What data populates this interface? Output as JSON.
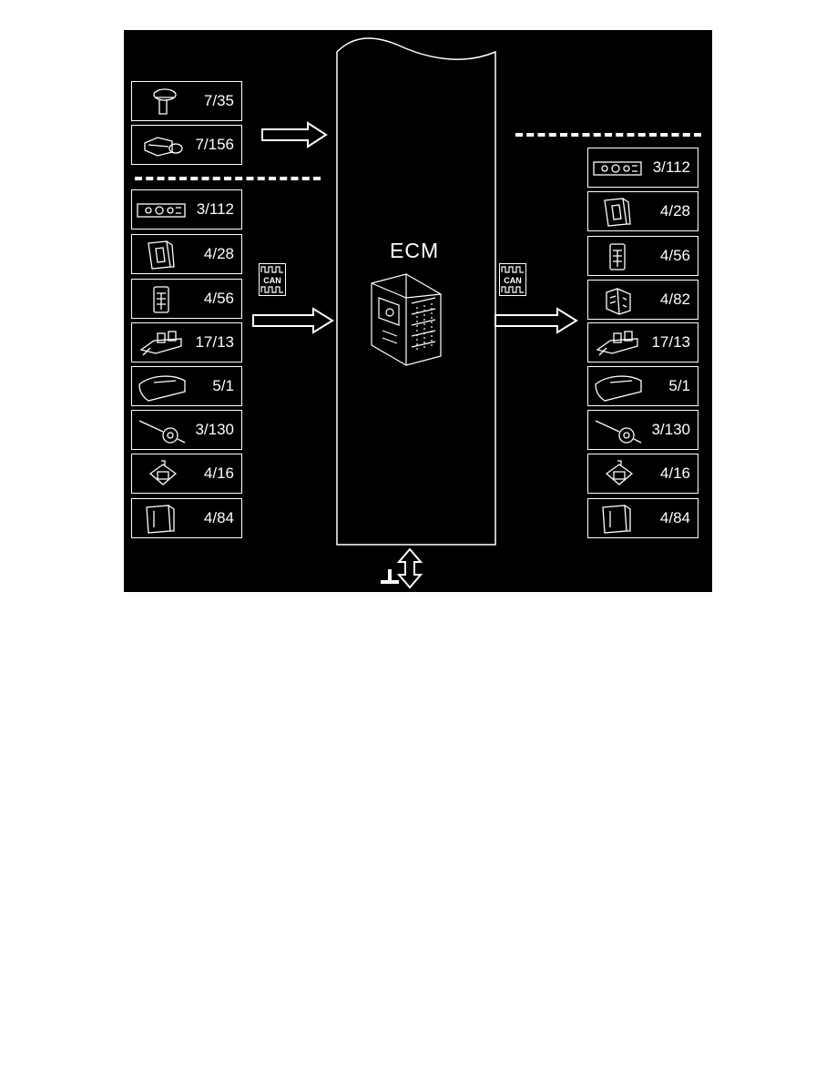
{
  "ecm": {
    "label": "ECM"
  },
  "can": {
    "label": "CAN"
  },
  "colors": {
    "background": "#000000",
    "foreground": "#ffffff"
  },
  "inputs_top": [
    {
      "label": "7/35",
      "icon": "sensor-icon"
    },
    {
      "label": "7/156",
      "icon": "pedal-icon"
    }
  ],
  "inputs_can": [
    {
      "label": "3/112",
      "icon": "panel-icon"
    },
    {
      "label": "4/28",
      "icon": "module-icon"
    },
    {
      "label": "4/56",
      "icon": "keypad-icon"
    },
    {
      "label": "17/13",
      "icon": "lamp-icon"
    },
    {
      "label": "5/1",
      "icon": "cluster-icon"
    },
    {
      "label": "3/130",
      "icon": "stalk-icon"
    },
    {
      "label": "4/16",
      "icon": "bracket-icon"
    },
    {
      "label": "4/84",
      "icon": "box-icon"
    }
  ],
  "outputs_can": [
    {
      "label": "3/112",
      "icon": "panel-icon"
    },
    {
      "label": "4/28",
      "icon": "module-icon"
    },
    {
      "label": "4/56",
      "icon": "keypad-icon"
    },
    {
      "label": "4/82",
      "icon": "connector-icon"
    },
    {
      "label": "17/13",
      "icon": "lamp-icon"
    },
    {
      "label": "5/1",
      "icon": "cluster-icon"
    },
    {
      "label": "3/130",
      "icon": "stalk-icon"
    },
    {
      "label": "4/16",
      "icon": "bracket-icon"
    },
    {
      "label": "4/84",
      "icon": "box-icon"
    }
  ]
}
